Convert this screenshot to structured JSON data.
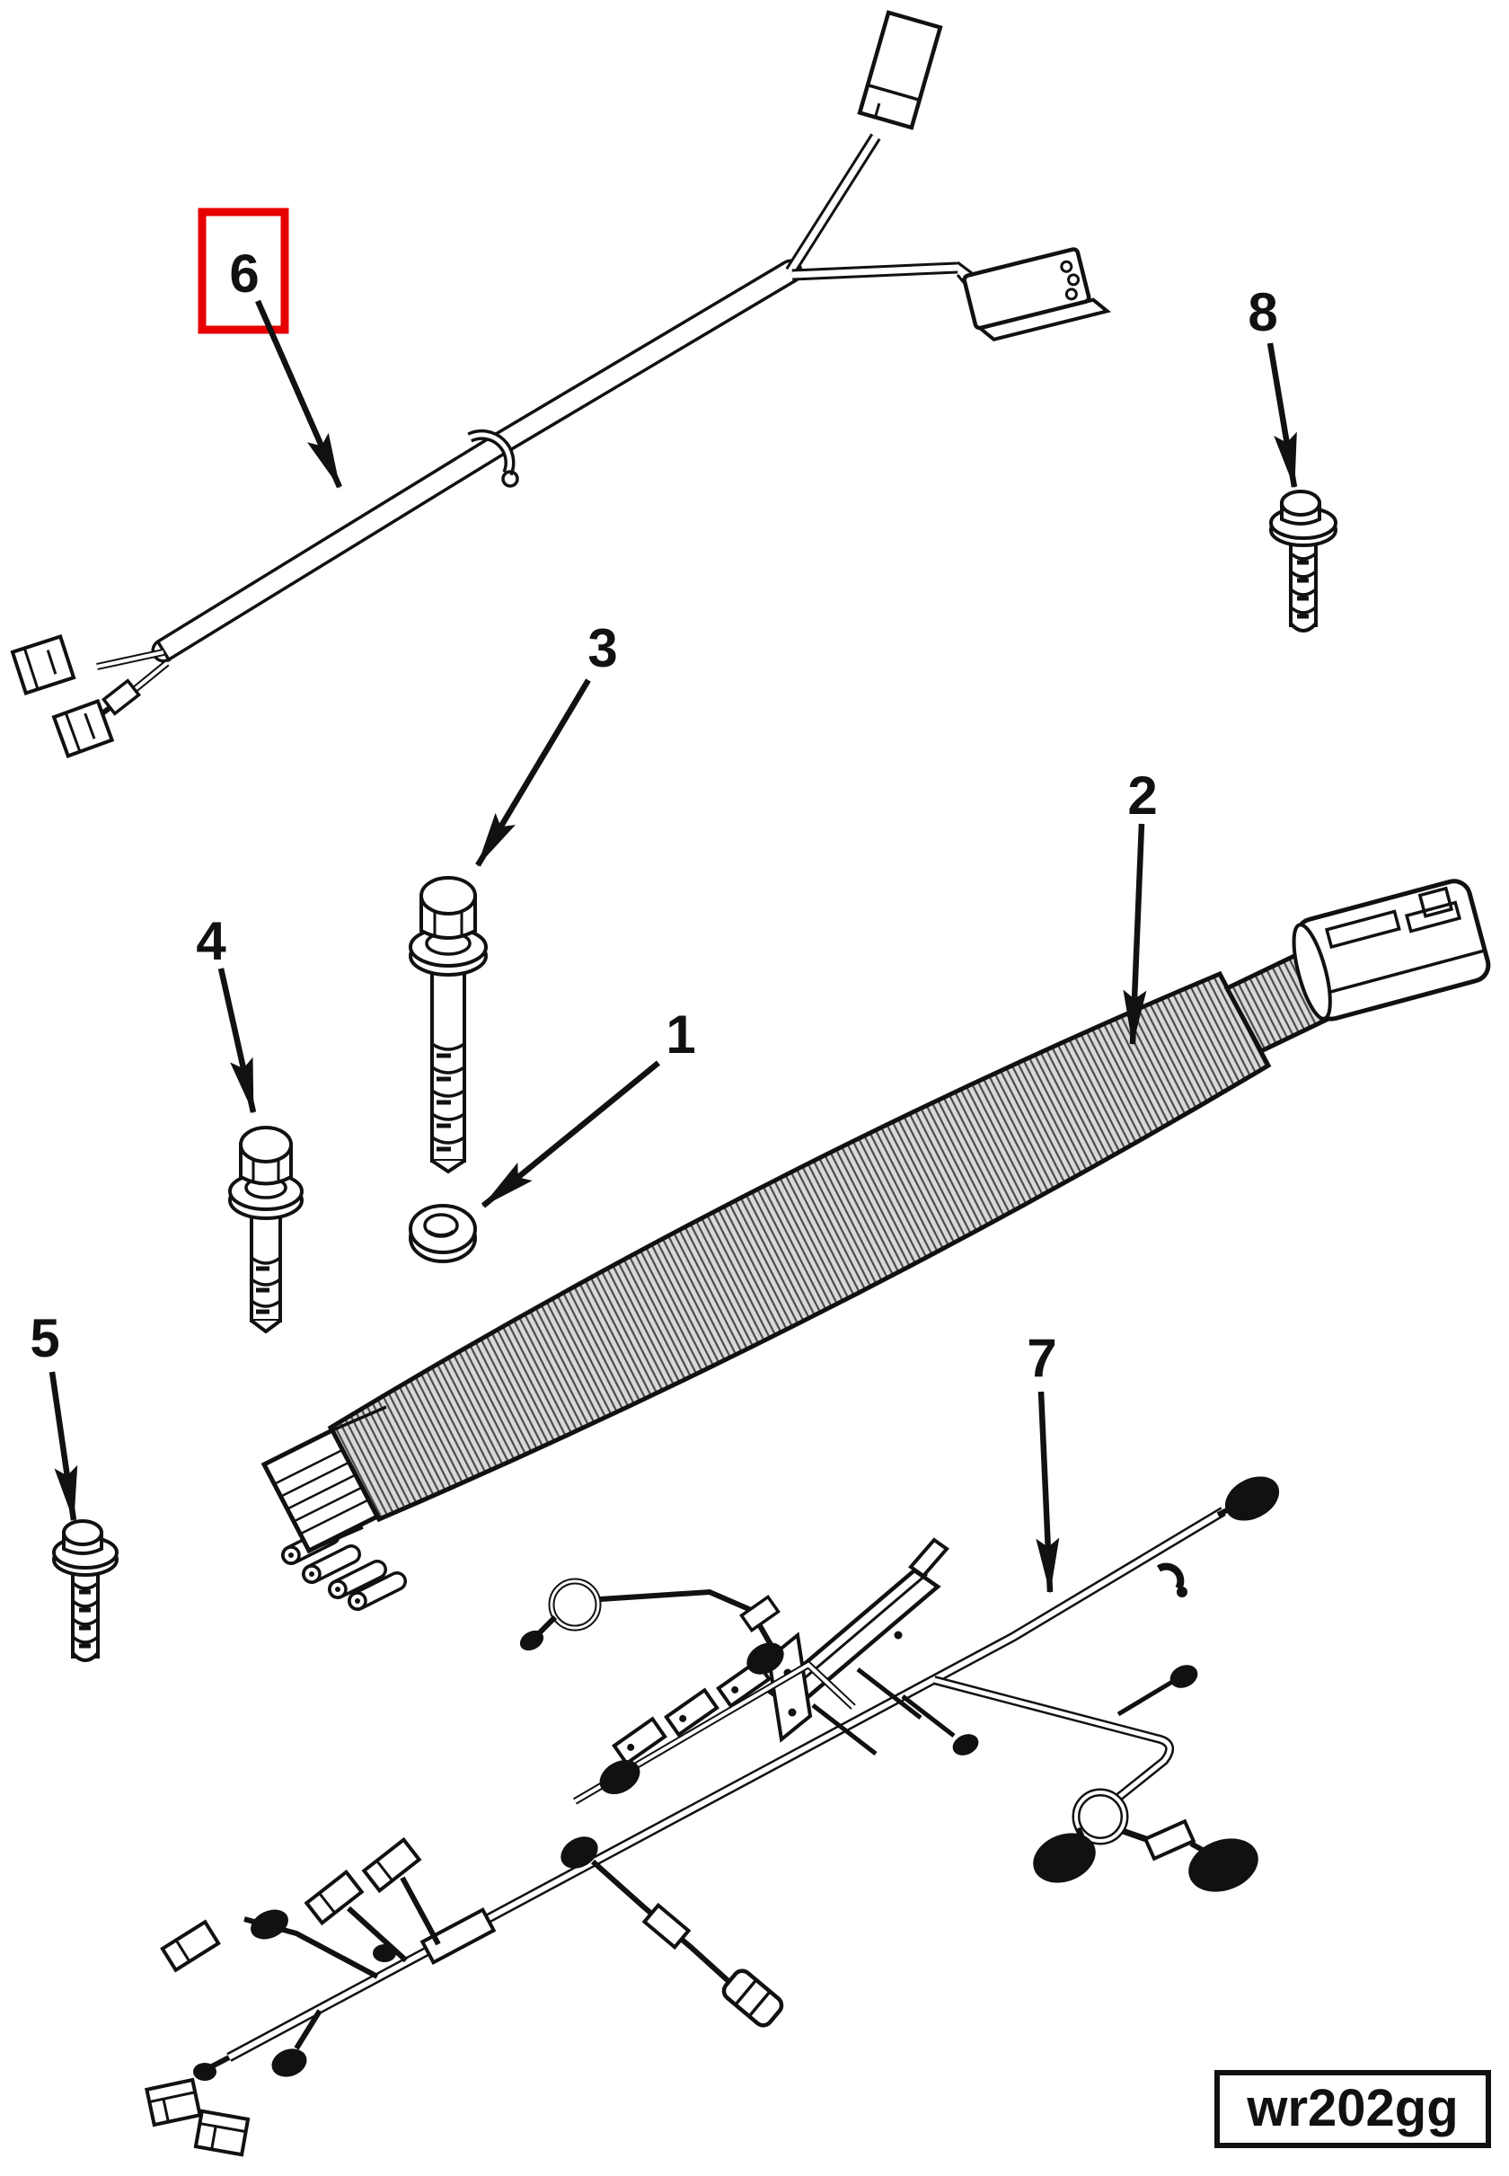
{
  "diagram": {
    "code_label": "wr202gg",
    "highlighted_callout": "6",
    "colors": {
      "line": "#111111",
      "highlight": "#e60000",
      "background": "#ffffff",
      "hose_fill": "#d9d9d9",
      "rib_line": "#4a4a4a"
    },
    "callouts": [
      {
        "label": "1"
      },
      {
        "label": "2"
      },
      {
        "label": "3"
      },
      {
        "label": "4"
      },
      {
        "label": "5"
      },
      {
        "label": "6"
      },
      {
        "label": "7"
      },
      {
        "label": "8"
      }
    ]
  }
}
